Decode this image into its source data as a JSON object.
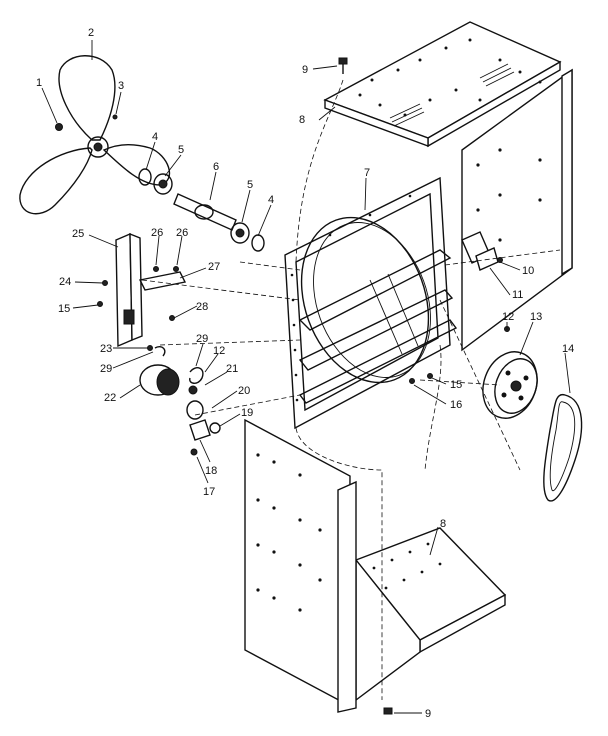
{
  "diagram": {
    "part_labels": {
      "p1": "1",
      "p2": "2",
      "p3": "3",
      "p4a": "4",
      "p4b": "4",
      "p5a": "5",
      "p5b": "5",
      "p6": "6",
      "p7": "7",
      "p8a": "8",
      "p8b": "8",
      "p9a": "9",
      "p9b": "9",
      "p10": "10",
      "p11": "11",
      "p12a": "12",
      "p12b": "12",
      "p13": "13",
      "p14": "14",
      "p15a": "15",
      "p15b": "15",
      "p16": "16",
      "p17": "17",
      "p18": "18",
      "p19": "19",
      "p20": "20",
      "p21": "21",
      "p22": "22",
      "p23": "23",
      "p24": "24",
      "p25": "25",
      "p26a": "26",
      "p26b": "26",
      "p27": "27",
      "p28": "28",
      "p29a": "29",
      "p29b": "29"
    },
    "colors": {
      "ink": "#111111",
      "paper": "#ffffff"
    }
  }
}
